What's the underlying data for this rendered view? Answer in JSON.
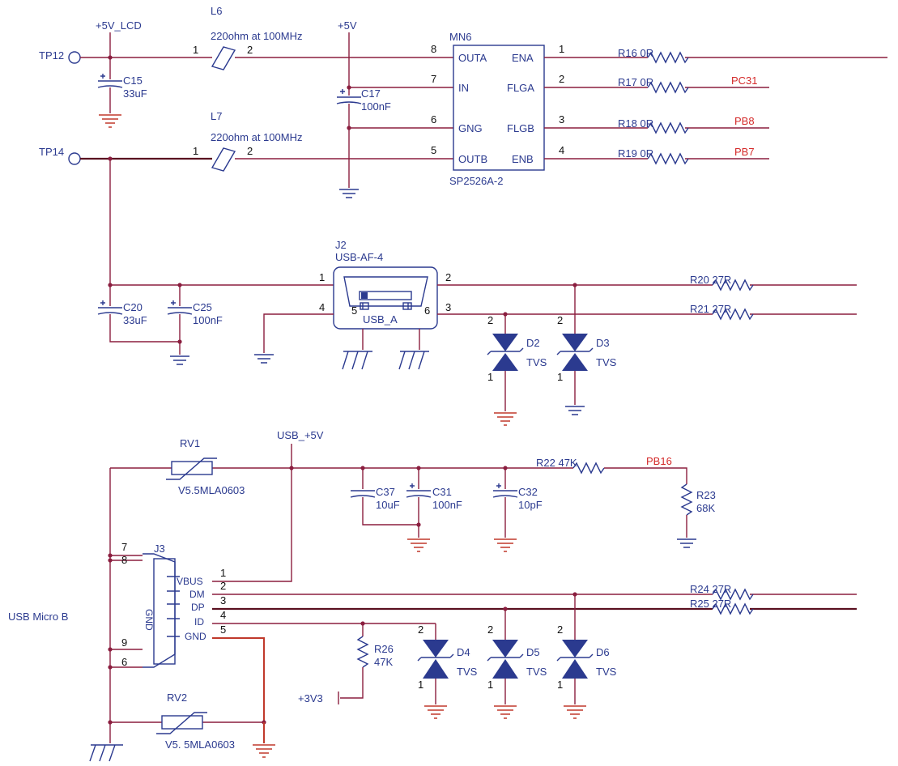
{
  "labels": {
    "v5_lcd": "+5V_LCD",
    "v5": "+5V",
    "usb_5v": "USB_+5V",
    "v3v3": "+3V3",
    "tp12": "TP12",
    "tp14": "TP14",
    "l6": "L6",
    "l6_val": "220ohm at 100MHz",
    "l7": "L7",
    "l7_val": "220ohm at 100MHz",
    "c15": "C15",
    "c15_val": "33uF",
    "c17": "C17",
    "c17_val": "100nF",
    "mn6": "MN6",
    "mn6_part": "SP2526A-2",
    "outa": "OUTA",
    "in": "IN",
    "gng": "GNG",
    "outb": "OUTB",
    "ena": "ENA",
    "flga": "FLGA",
    "flgb": "FLGB",
    "enb": "ENB",
    "r16": "R16 0R",
    "r17": "R17 0R",
    "r18": "R18 0R",
    "r19": "R19 0R",
    "pc31": "PC31",
    "pb8": "PB8",
    "pb7": "PB7",
    "j2": "J2",
    "j2_part": "USB-AF-4",
    "usb_a": "USB_A",
    "c20": "C20",
    "c20_val": "33uF",
    "c25": "C25",
    "c25_val": "100nF",
    "r20": "R20 27R",
    "r21": "R21 27R",
    "d2": "D2",
    "d3": "D3",
    "d4": "D4",
    "d5": "D5",
    "d6": "D6",
    "tvs": "TVS",
    "rv1": "RV1",
    "rv1_val": "V5.5MLA0603",
    "rv2": "RV2",
    "rv2_val": "V5. 5MLA0603",
    "c37": "C37",
    "c37_val": "10uF",
    "c31": "C31",
    "c31_val": "100nF",
    "c32": "C32",
    "c32_val": "10pF",
    "r22": "R22 47K",
    "pb16": "PB16",
    "r23": "R23",
    "r23_val": "68K",
    "j3": "J3",
    "shield": "GND",
    "vbus": "VBUS",
    "dm": "DM",
    "dp": "DP",
    "id": "ID",
    "gnd": "GND",
    "usb_micro_b": "USB Micro B",
    "r24": "R24 27R",
    "r25": "R25 27R",
    "r26": "R26",
    "r26_val": "47K"
  },
  "pins": {
    "p1": "1",
    "p2": "2",
    "p3": "3",
    "p4": "4",
    "p5": "5",
    "p6": "6",
    "p7": "7",
    "p8": "8",
    "p9": "9"
  },
  "colors": {
    "wire": "#8b1e3f",
    "net_label": "#d42a2a",
    "component": "#2b3a8f",
    "ground": "#c0392b"
  }
}
